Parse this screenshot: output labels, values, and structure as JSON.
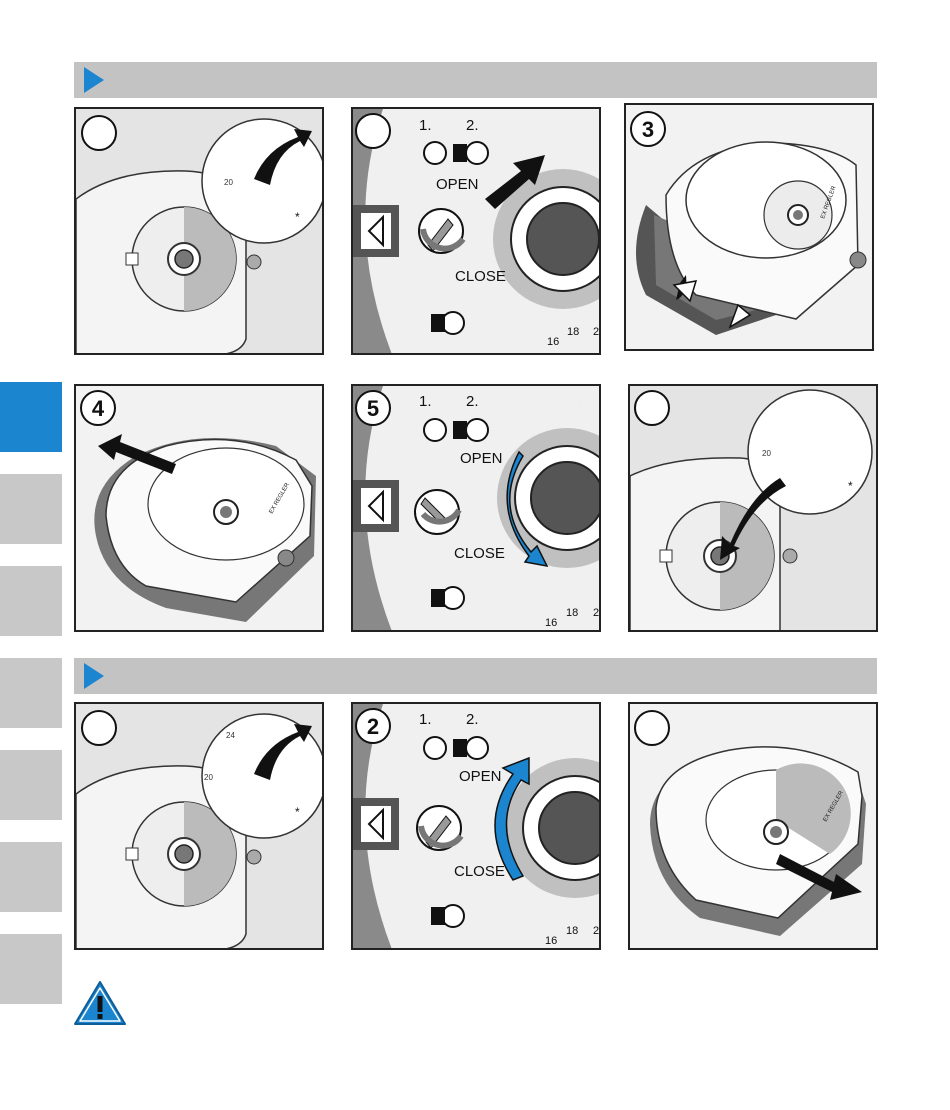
{
  "sections": [
    {
      "name": "section-1",
      "bar_color": "#c3c3c3",
      "arrow_color": "#1b86cf"
    },
    {
      "name": "section-2",
      "bar_color": "#c3c3c3",
      "arrow_color": "#1b86cf"
    }
  ],
  "panels": {
    "s1p1": {
      "step": ""
    },
    "s1p2": {
      "step": "",
      "labels": {
        "step1": "1.",
        "step2": "2.",
        "open": "OPEN",
        "close": "CLOSE",
        "scale_16": "16",
        "scale_18": "18",
        "scale_2": "2"
      }
    },
    "s1p3": {
      "step": "3",
      "brand": "EX REGLER"
    },
    "s1p4": {
      "step": "4",
      "brand": "EX REGLER"
    },
    "s1p5": {
      "step": "5",
      "labels": {
        "step1": "1.",
        "step2": "2.",
        "open": "OPEN",
        "close": "CLOSE",
        "scale_16": "16",
        "scale_18": "18",
        "scale_2": "2"
      }
    },
    "s1p6": {
      "step": "",
      "dial_20": "20"
    },
    "s2p1": {
      "step": "",
      "dial_20": "20",
      "dial_24": "24"
    },
    "s2p2": {
      "step": "2",
      "labels": {
        "step1": "1.",
        "step2": "2.",
        "open": "OPEN",
        "close": "CLOSE",
        "scale_16": "16",
        "scale_18": "18",
        "scale_2": "2"
      }
    },
    "s2p3": {
      "step": "",
      "brand": "EX REGLER"
    }
  },
  "side_tabs": [
    {
      "name": "active",
      "color": "#1b86cf"
    },
    {
      "name": "tab-2",
      "color": "#c8c8c8"
    },
    {
      "name": "tab-3",
      "color": "#c8c8c8"
    },
    {
      "name": "tab-4",
      "color": "#c8c8c8"
    },
    {
      "name": "tab-5",
      "color": "#c8c8c8"
    },
    {
      "name": "tab-6",
      "color": "#c8c8c8"
    },
    {
      "name": "tab-7",
      "color": "#c8c8c8"
    }
  ],
  "colors": {
    "blue": "#1b86cf",
    "warning": "#1b86cf"
  }
}
